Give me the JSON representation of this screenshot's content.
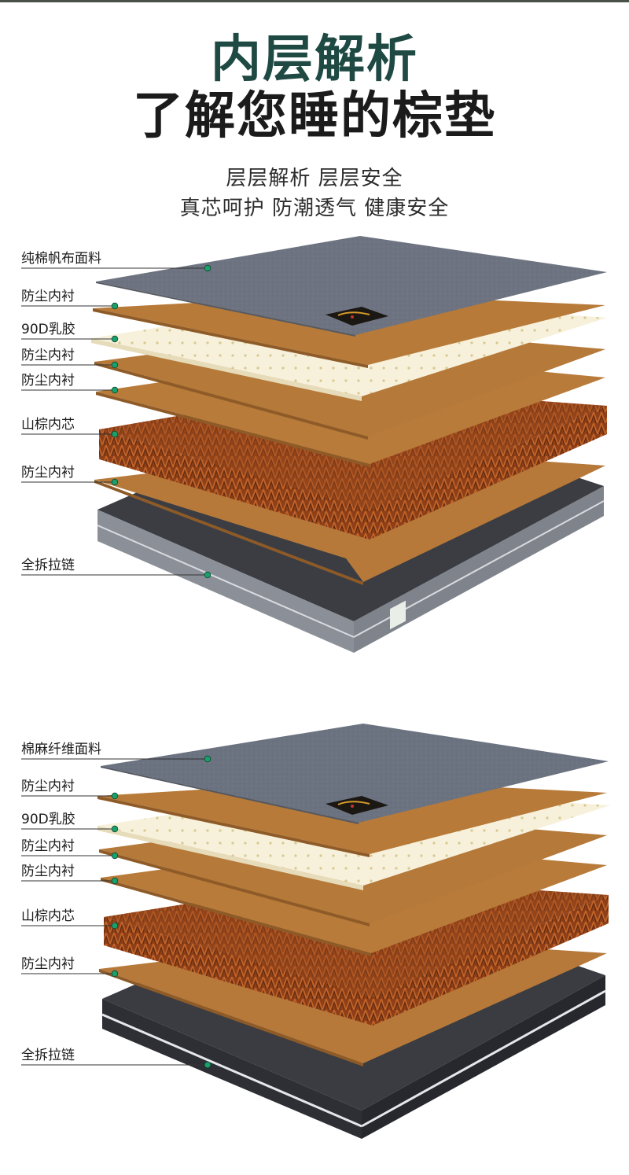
{
  "header": {
    "title_line1": "内层解析",
    "title_line2": "了解您睡的棕垫",
    "subtitle_line1": "层层解析 层层安全",
    "subtitle_line2": "真芯呵护 防潮透气 健康安全"
  },
  "colors": {
    "title_accent": "#1f4a43",
    "title_dark": "#1b1b1b",
    "fabric_top": "#6e7480",
    "dust_liner": "#b77a38",
    "latex": "#f7f1dc",
    "palm_core": "#9a4a1e",
    "base_gray": "#8a8e96",
    "base_dark": "#3b3d43",
    "marker_dot": "#1aa06a"
  },
  "diagram_top": {
    "labels": [
      "纯棉帆布面料",
      "防尘内衬",
      "90D乳胶",
      "防尘内衬",
      "防尘内衬",
      "山棕内芯",
      "防尘内衬",
      "全拆拉链"
    ]
  },
  "diagram_bottom": {
    "labels": [
      "棉麻纤维面料",
      "防尘内衬",
      "90D乳胶",
      "防尘内衬",
      "防尘内衬",
      "山棕内芯",
      "防尘内衬",
      "全拆拉链"
    ]
  }
}
